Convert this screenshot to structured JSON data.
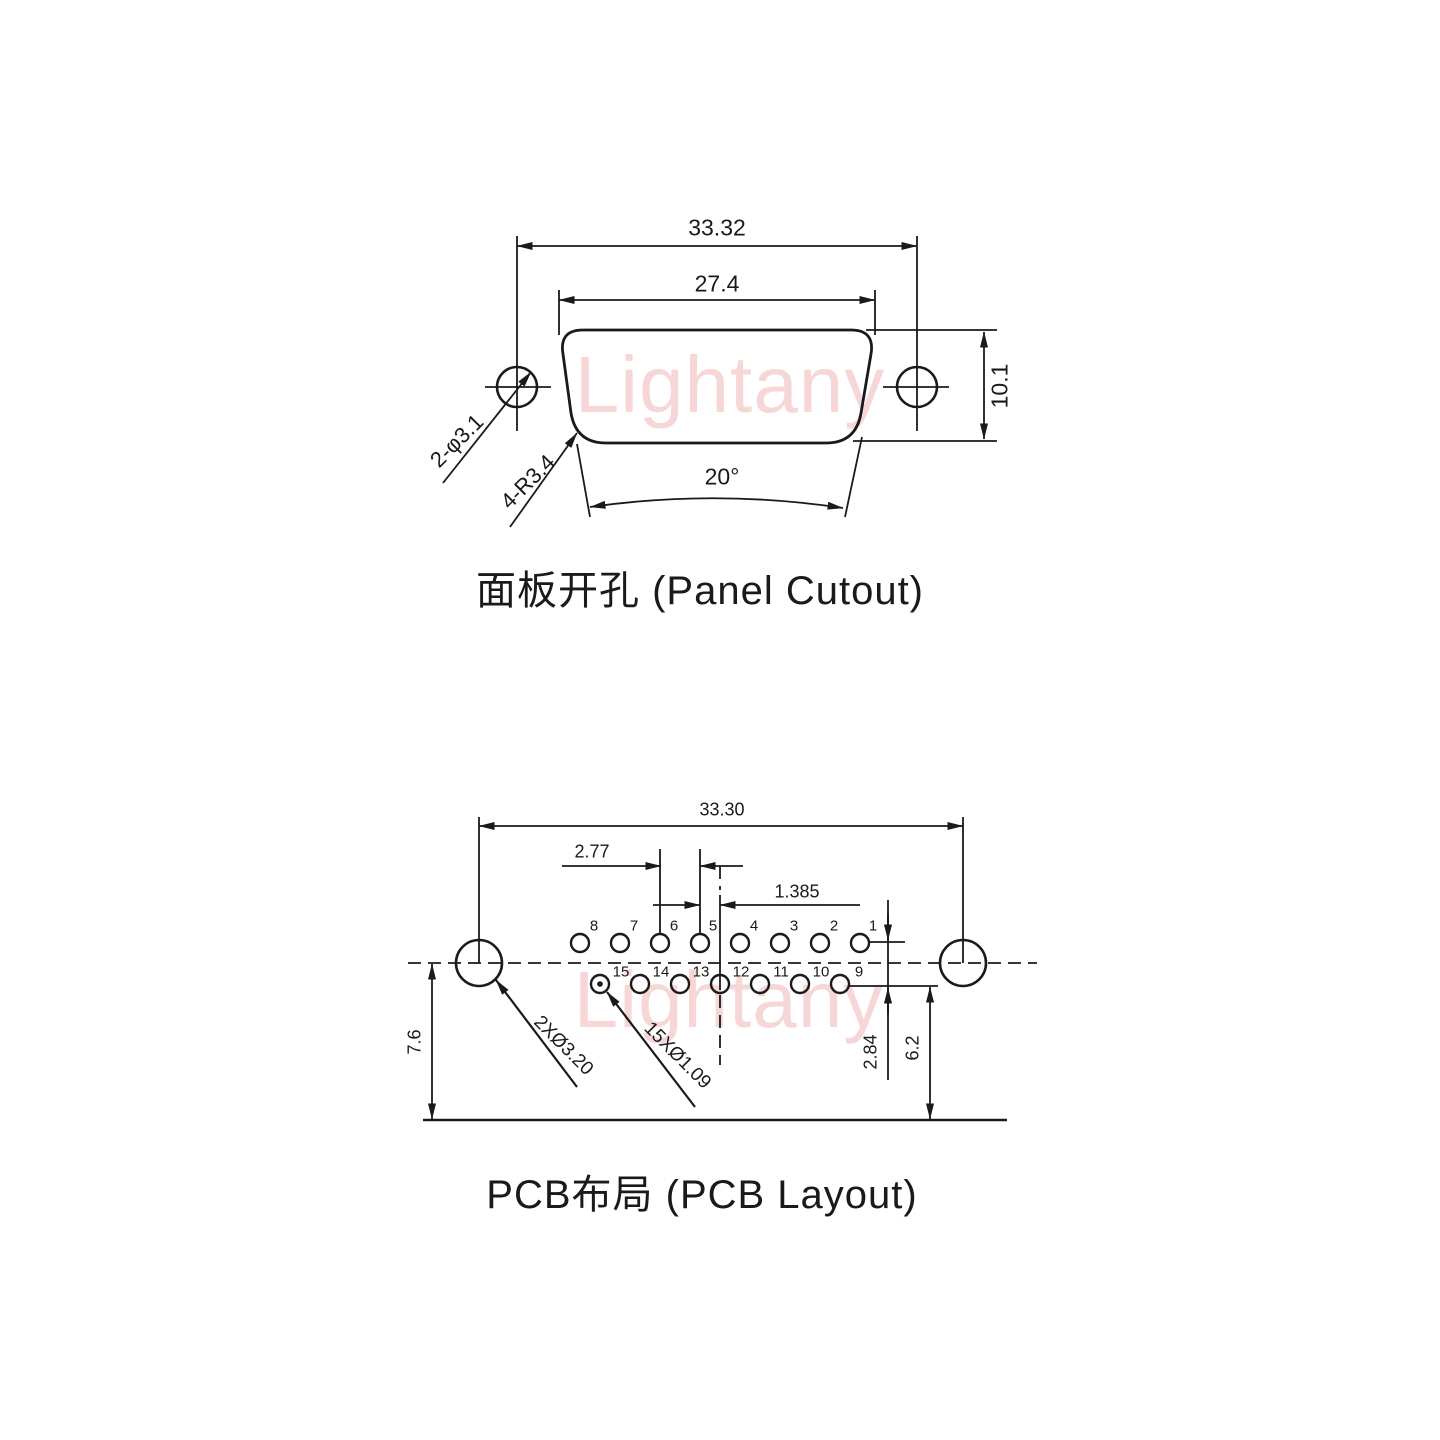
{
  "watermark": {
    "text": "Lightany",
    "color": "#f7d6d6"
  },
  "colors": {
    "line": "#1a1a1a",
    "background": "#ffffff"
  },
  "panel_cutout": {
    "title": "面板开孔 (Panel Cutout)",
    "dim_hole_span": "33.32",
    "dim_cutout_width": "27.4",
    "dim_cutout_height": "10.1",
    "dim_side_angle": "20°",
    "label_mount_holes": "2-φ3.1",
    "label_corner_radius": "4-R3.4"
  },
  "pcb_layout": {
    "title": "PCB布局 (PCB Layout)",
    "dim_hole_span": "33.30",
    "dim_pin_pitch": "2.77",
    "dim_row_offset": "1.385",
    "dim_hole_to_edge": "7.6",
    "dim_row_spacing": "2.84",
    "dim_pin_to_edge": "6.2",
    "label_mount_holes": "2XØ3.20",
    "label_pin_holes": "15XØ1.09",
    "pins_top": [
      "8",
      "7",
      "6",
      "5",
      "4",
      "3",
      "2",
      "1"
    ],
    "pins_bottom": [
      "15",
      "14",
      "13",
      "12",
      "11",
      "10",
      "9"
    ]
  }
}
